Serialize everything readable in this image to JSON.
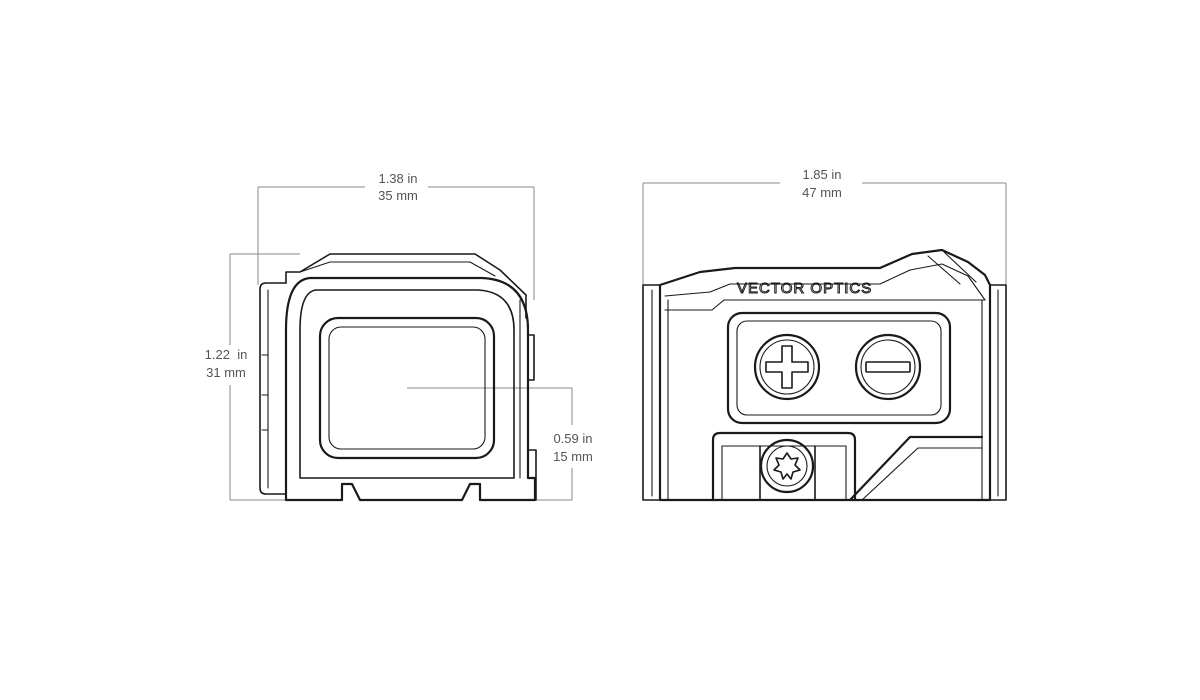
{
  "front_view": {
    "width_dimension": {
      "inches": "1.38 in",
      "millimeters": "35 mm"
    },
    "height_dimension": {
      "inches": "1.22  in",
      "millimeters": "31 mm"
    },
    "center_height_dimension": {
      "inches": "0.59 in",
      "millimeters": "15 mm"
    }
  },
  "side_view": {
    "length_dimension": {
      "inches": "1.85 in",
      "millimeters": "47 mm"
    },
    "brand_logo": "VECTOR OPTICS",
    "buttons": [
      {
        "icon": "plus-icon"
      },
      {
        "icon": "minus-icon"
      }
    ],
    "mount_screw_icon": "torx-screw-icon"
  },
  "colors": {
    "outline": "#1a1a1a",
    "dimension": "#8a8a8a",
    "dimension_text": "#555555"
  }
}
